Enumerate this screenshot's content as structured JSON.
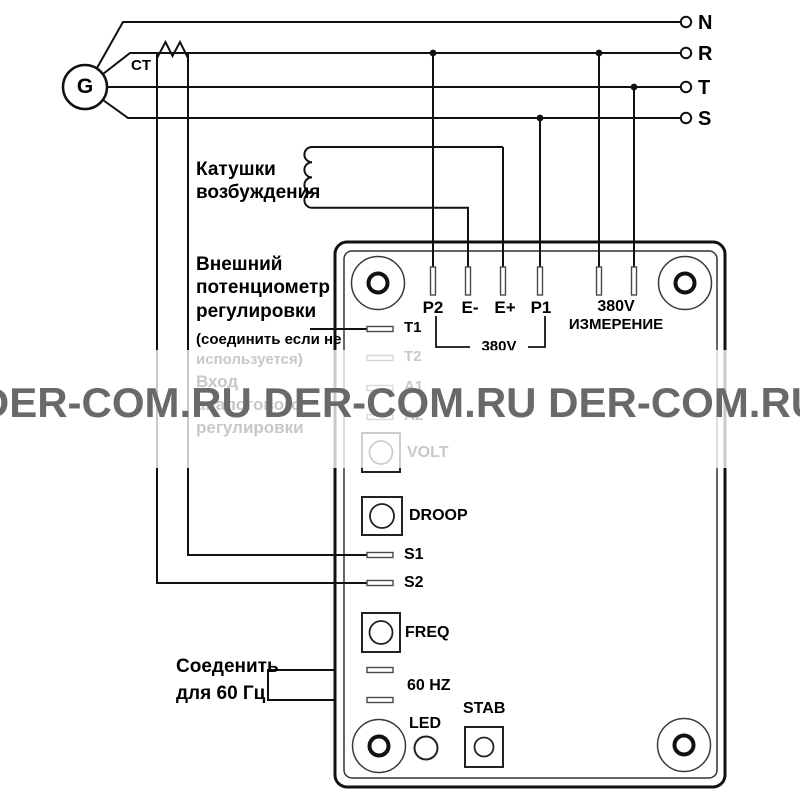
{
  "watermark": {
    "text": "DER-COM.RU DER-COM.RU DER-COM.RU",
    "color": "#696969"
  },
  "generator_label": "G",
  "ct_label": "CT",
  "phase_terminals": [
    "N",
    "R",
    "T",
    "S"
  ],
  "excitation_label": [
    "Катушки",
    "возбуждения"
  ],
  "ext_pot_label": [
    "Внешний",
    "потенциометр",
    "регулировки",
    "(соединить если не",
    "используется)"
  ],
  "analog_input_label": [
    "Вход",
    "аналогового",
    "регулировки"
  ],
  "connect_60hz_label": [
    "Соеденить",
    "для 60 Гц"
  ],
  "board": {
    "top_terminals": [
      "P2",
      "E-",
      "E+",
      "P1"
    ],
    "bracket_voltage": "380V",
    "measurement": [
      "380V",
      "ИЗМЕРЕНИЕ"
    ],
    "side_terminals": [
      "T1",
      "T2",
      "A1",
      "A2",
      "S1",
      "S2"
    ],
    "pot_labels": [
      "VOLT",
      "DROOP",
      "FREQ"
    ],
    "jumper_label": "60 HZ",
    "led_label": "LED",
    "stab_label": "STAB"
  }
}
